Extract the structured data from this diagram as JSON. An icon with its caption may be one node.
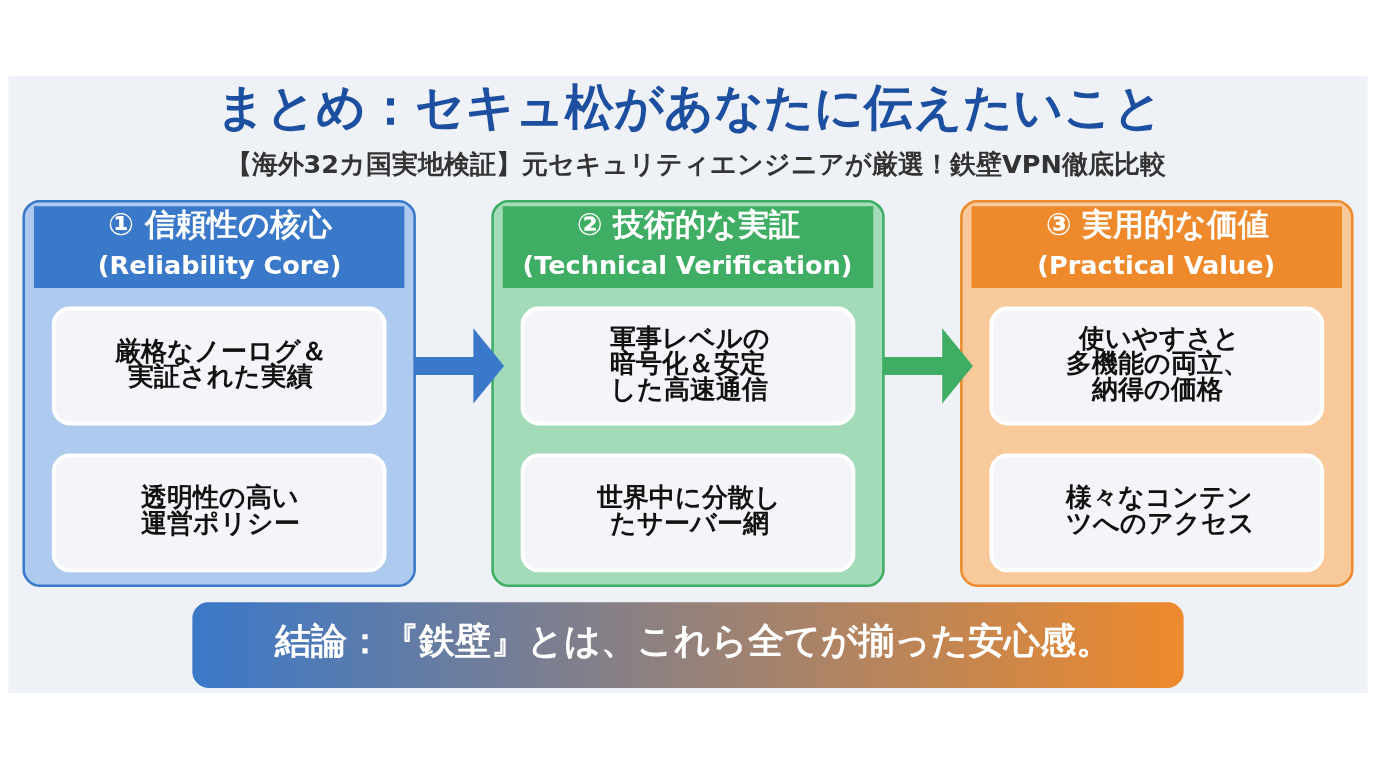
{
  "diagram": {
    "title": "まとめ：セキュ松があなたに伝えたいこと",
    "nodes": [
      {
        "text": [
          "① 信頼性の核心",
          "(Reliability Core)"
        ]
      },
      {
        "text": [
          "厳格なノーログ＆実証された実績"
        ],
        "in": 0
      },
      {
        "text": [
          "透明性の高い運営ポリシー"
        ],
        "in": 0
      },
      {
        "text": [
          "② 技術的な実証",
          "(Technical Verification)"
        ]
      },
      {
        "text": [
          "軍事レベルの暗号化＆安定した高速通信"
        ],
        "in": 3
      },
      {
        "text": [
          "世界中に分散したサーバー網"
        ],
        "in": 3
      },
      {
        "text": [
          "③ 実用的な価値",
          "(Practical Value)"
        ]
      },
      {
        "text": [
          "使いやすさと多機能の両立、納得の価格"
        ],
        "in": 6
      },
      {
        "text": [
          "様々なコンテンツへのアクセス"
        ],
        "in": 6
      },
      {
        "text": [
          "結論：『鉄壁』とは、これら全てが揃った安心感。"
        ]
      }
    ],
    "edges": [
      {
        "from": 0,
        "to": 3,
        "arrow": "to",
        "color": "#3a78c9"
      },
      {
        "from": 3,
        "to": 6,
        "arrow": "to",
        "color": "#3fae64"
      }
    ],
    "labels": [
      "【海外32カ国実地検証】元セキュリティエンジニアが厳選！鉄壁VPN徹底比較"
    ]
  }
}
